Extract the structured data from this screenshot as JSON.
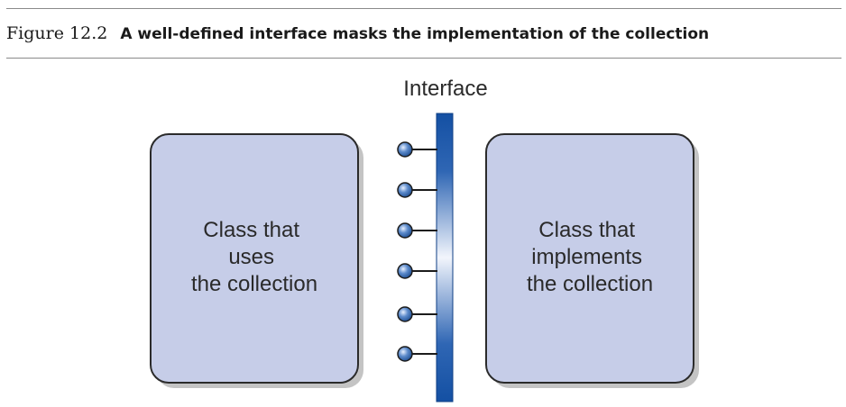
{
  "figure": {
    "label": "Figure 12.2",
    "title": "A well-defined interface masks the implementation of the collection"
  },
  "diagram": {
    "interface_label": "Interface",
    "left_box_lines": [
      "Class that",
      "uses",
      "the collection"
    ],
    "right_box_lines": [
      "Class that",
      "implements",
      "the collection"
    ],
    "connector_count": 6,
    "colors": {
      "box_fill": "#c6cde8",
      "box_border": "#2b2b2b",
      "box_shadow": "#c4c4c4",
      "bar_dark": "#1450a3",
      "bar_light": "#f2f5fc",
      "connector_ball": "#3c6fb4"
    }
  }
}
